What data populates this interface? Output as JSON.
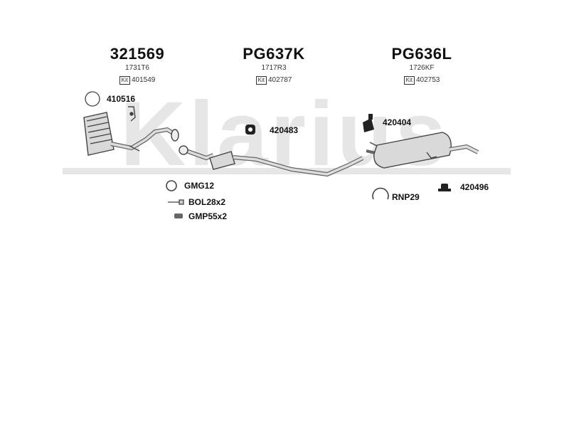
{
  "watermark": "Klarius",
  "headers": [
    {
      "part_number": "321569",
      "oe_ref": "1731T6",
      "kit_label": "Kit",
      "kit_number": "401549"
    },
    {
      "part_number": "PG637K",
      "oe_ref": "1717R3",
      "kit_label": "Kit",
      "kit_number": "402787"
    },
    {
      "part_number": "PG636L",
      "oe_ref": "1726KF",
      "kit_label": "Kit",
      "kit_number": "402753"
    }
  ],
  "callouts": {
    "gasket_ring": "410516",
    "rubber_mount_center": "420483",
    "rubber_mount_top_right": "420404",
    "bracket_right": "420496",
    "gasket": "GMG12",
    "bolt": "BOL28x2",
    "clamp": "GMP55x2",
    "ring_clamp": "RNP29"
  },
  "colors": {
    "watermark": "#e6e6e6",
    "line": "#444444",
    "fill": "#d9d9d9"
  }
}
